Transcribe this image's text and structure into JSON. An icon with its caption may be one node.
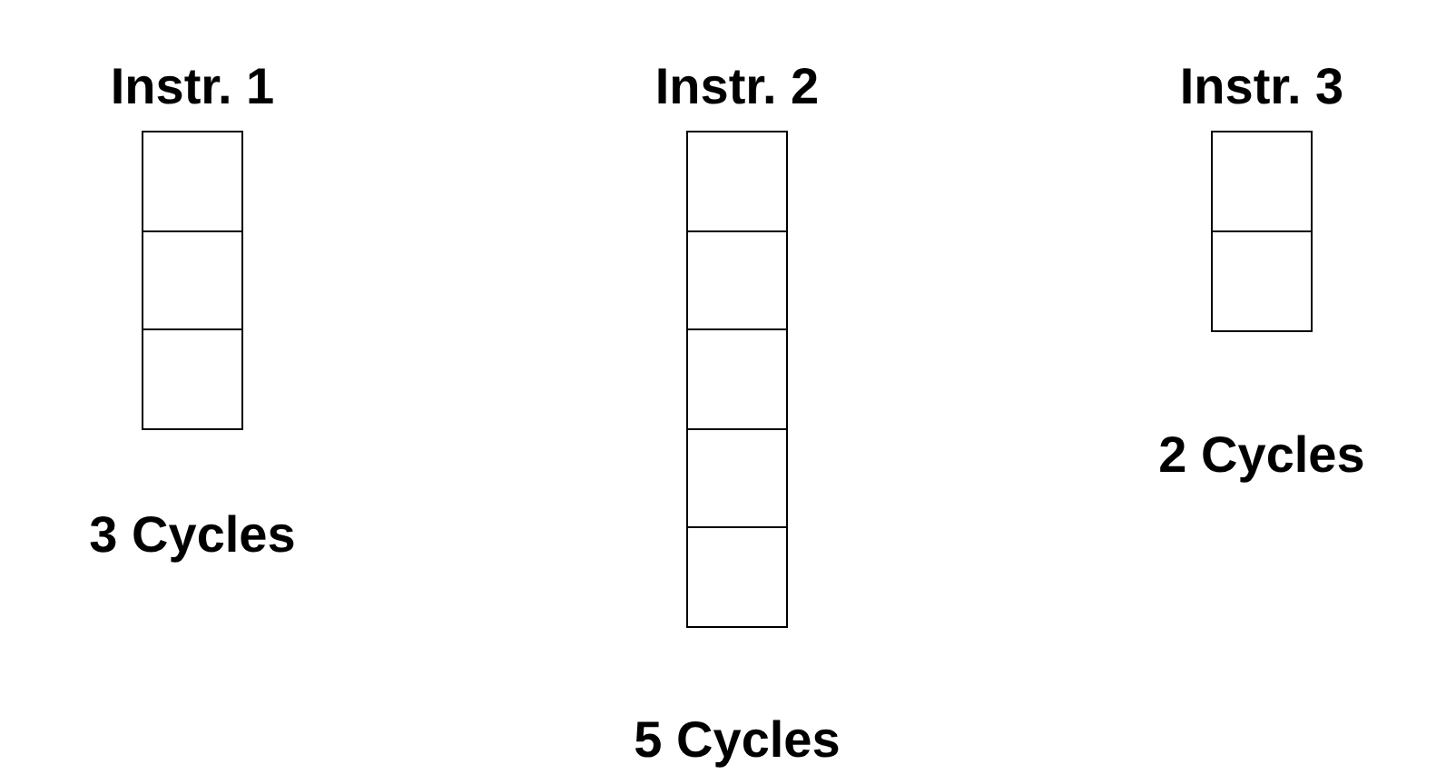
{
  "diagram": {
    "nodes": [
      {
        "text": [
          "Instr. 1"
        ],
        "beside": [
          "3 Cycles"
        ]
      },
      {
        "text": [],
        "shape": "box",
        "in": 0
      },
      {
        "text": [],
        "shape": "box",
        "in": 0
      },
      {
        "text": [],
        "shape": "box",
        "in": 0
      },
      {
        "text": [
          "Instr. 2"
        ],
        "beside": [
          "5 Cycles"
        ]
      },
      {
        "text": [],
        "shape": "box",
        "in": 4
      },
      {
        "text": [],
        "shape": "box",
        "in": 4
      },
      {
        "text": [],
        "shape": "box",
        "in": 4
      },
      {
        "text": [],
        "shape": "box",
        "in": 4
      },
      {
        "text": [],
        "shape": "box",
        "in": 4
      },
      {
        "text": [
          "Instr. 3"
        ],
        "beside": [
          "2 Cycles"
        ]
      },
      {
        "text": [],
        "shape": "box",
        "in": 10
      },
      {
        "text": [],
        "shape": "box",
        "in": 10
      }
    ]
  }
}
